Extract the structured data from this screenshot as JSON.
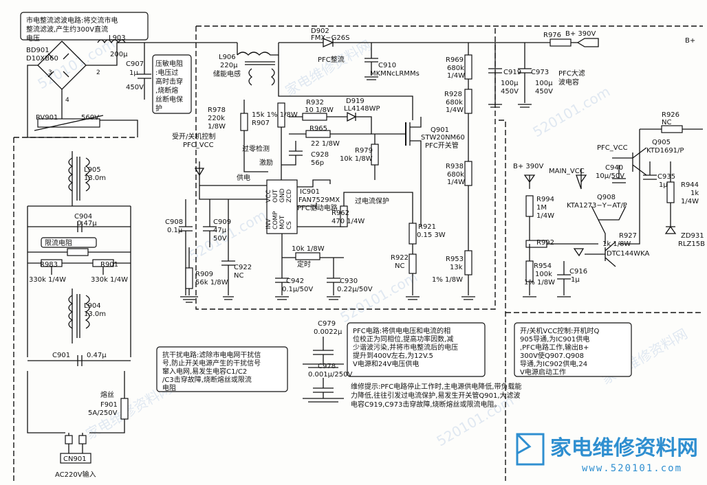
{
  "callouts": {
    "rectifier": "市电整流滤波电路:将交流市电整流滤波,产生约300V直流电压",
    "varistor": "压敏电阻:电压过高时击穿,烧断熔丝断电保护",
    "emi": "抗干扰电路:滤除市电电网干扰信号,防止开关电源产生的干扰信号窜入电网,易发生电容C1/C2/C3击穿故障,烧断熔丝或限流电阻",
    "pfc": "PFC电路:将供电电压和电流的相位校正为同相位,提高功率因数,减少谐波污染,并将市电整流后的电压提升到400V左右,为12V.5V电源和24V电压供电",
    "vcc_ctrl": "开/关机VCC控制:开机时Q905导通,为IC901供电,PFC电路工作,输出B+ 300V使Q907.Q908导通,为IC902供电,24V电源启动工作",
    "repair_tip": "维修提示:PFC电路停止工作时,主电源供电降低,带负载能力降低,往往引发过电流保护,易发生开关管Q901,大滤波电容C919,C973击穿故障,烧断熔丝或限流电阻。",
    "current_limit_label": "限流电阻"
  },
  "labels": {
    "bd901": "BD901",
    "bd901_part": "D10XB60",
    "l903": "L903",
    "l903_val": "200μ",
    "c907": "C907",
    "c907_val1": "1μ",
    "c907_val2": "450V",
    "l906": "L906",
    "l906_val": "220μ",
    "l906_name": "储能电感",
    "d902": "D902",
    "d902_part": "FMX−G26S",
    "d902_name": "PFC整流",
    "c910": "C910",
    "c910_part": "MKMNcLRMMs",
    "r976": "R976",
    "b_plus_390": "B+ 390V",
    "b_plus": "B+",
    "r969": "R969",
    "r969_val1": "680k",
    "r969_val2": "1/4W",
    "c919": "C919",
    "c919_val1": "100μ",
    "c919_val2": "450V",
    "c973": "C973",
    "c973_val1": "100μ",
    "c973_val2": "450V",
    "pfc_cap": "PFC大滤",
    "pfc_cap2": "波电容",
    "r928": "R928",
    "r928_val1": "680k",
    "r928_val2": "1/4W",
    "r932": "R932",
    "r932_val": "10 1/8W",
    "d919": "D919",
    "d919_part": "LL4148WP",
    "q901": "Q901",
    "q901_part": "STW20NM60",
    "q901_name": "PFC开关管",
    "r965": "R965",
    "r965_val": "22 1/8W",
    "r978": "R978",
    "r978_val1": "220k",
    "r978_val2": "1/8W",
    "r907": "R907",
    "r907_val": "15k 1% 1/8W",
    "zero_detect": "过零检测",
    "c928": "C928",
    "c928_val": "56p",
    "excite": "激励",
    "r979": "R979",
    "r979_val": "10k 1/8W",
    "r938": "R938",
    "r938_val1": "680k",
    "r938_val2": "1/4W",
    "onoff_ctrl": "受开/关机控制",
    "pfc_vcc": "PFC_VCC",
    "supply": "供电",
    "ic901": "IC901",
    "ic901_part": "FAN7529MX",
    "ic901_name": "PFC驱动电路",
    "pin_inv": "INV",
    "pin_comp": "COMP",
    "pin_mot": "MOT",
    "pin_cs": "CS",
    "pin_vcc": "VCC",
    "pin_out": "OUT",
    "pin_gnd": "GND",
    "pin_zcd": "ZCD",
    "overcurrent": "过电流保护",
    "r962": "R962",
    "r962_val": "470 1/4W",
    "r921": "R921",
    "r921_val": "0.15 3W",
    "c908": "C908",
    "c908_val": "0.1μ",
    "c909": "C909",
    "c909_val1": "47μ",
    "c909_val2": "50V",
    "r909": "R909",
    "r909_val": "56k 1/8W",
    "c922": "C922",
    "c922_val": "NC",
    "r_timer": "10k 1/8W",
    "timer": "定时",
    "c942": "C942",
    "c942_val": "0.1μ/50V",
    "c930": "C930",
    "c930_val": "0.22μ/50V",
    "r922": "R922",
    "r922_val": "NC",
    "r953": "R953",
    "r953_val1": "13k",
    "r953_val2": "1% 1/8W",
    "rv901": "RV901",
    "rv901_val": "560V",
    "l905": "L905",
    "l905_val": "13.0m",
    "c904": "C904",
    "c904_val": "0.47μ",
    "r983": "R983",
    "r983_val": "330k 1/4W",
    "r901": "R901",
    "r901_val": "330k 1/4W",
    "l904": "L904",
    "l904_val": "13.0m",
    "c901": "C901",
    "c901_val": "0.47μ",
    "fuse": "熔丝",
    "f901": "F901",
    "f901_val": "5A/250V",
    "cn901": "CN901",
    "ac_in": "AC220V输入",
    "c979": "C979",
    "c979_val": "0.0022μ",
    "c978": "C978",
    "c978_val": "0.001μ/250V",
    "r926": "R926",
    "r926_val": "NC",
    "q905": "Q905",
    "q905_part": "KTD1691/P",
    "pfc_vcc2": "PFC_VCC",
    "c940": "C940",
    "c940_val": "10μ/50V",
    "c935": "C935",
    "c935_val": "1μ",
    "r944": "R944",
    "r944_val1": "1k",
    "r944_val2": "1/4W",
    "b_plus_390b": "B+ 390V",
    "main_vcc": "MAIN_VCC",
    "q908": "Q908",
    "q908_part": "KTA1273−Y−AT/P",
    "r994": "R994",
    "r994_val1": "1M",
    "r994_val2": "1/4W",
    "r992": "R992",
    "r927": "R927",
    "r927_val": "1k 1/8W",
    "dtc": "DTC144WKA",
    "r954": "R954",
    "r954_val1": "100k",
    "r954_val2": "1% 1/8W",
    "c916": "C916",
    "c916_val": "1μ",
    "zd931": "ZD931",
    "zd931_part": "RLZ15B",
    "pin2a": "2",
    "pin3a": "3",
    "pin4a": "4"
  },
  "watermark": {
    "site": "520101.com",
    "brand": "家电维修资料网",
    "brand_url": "www.520101.com",
    "diag": "家电维修资料网"
  },
  "colors": {
    "ink": "#111111",
    "brand": "#2f8fd0",
    "watermark": "#c9d8ea"
  }
}
